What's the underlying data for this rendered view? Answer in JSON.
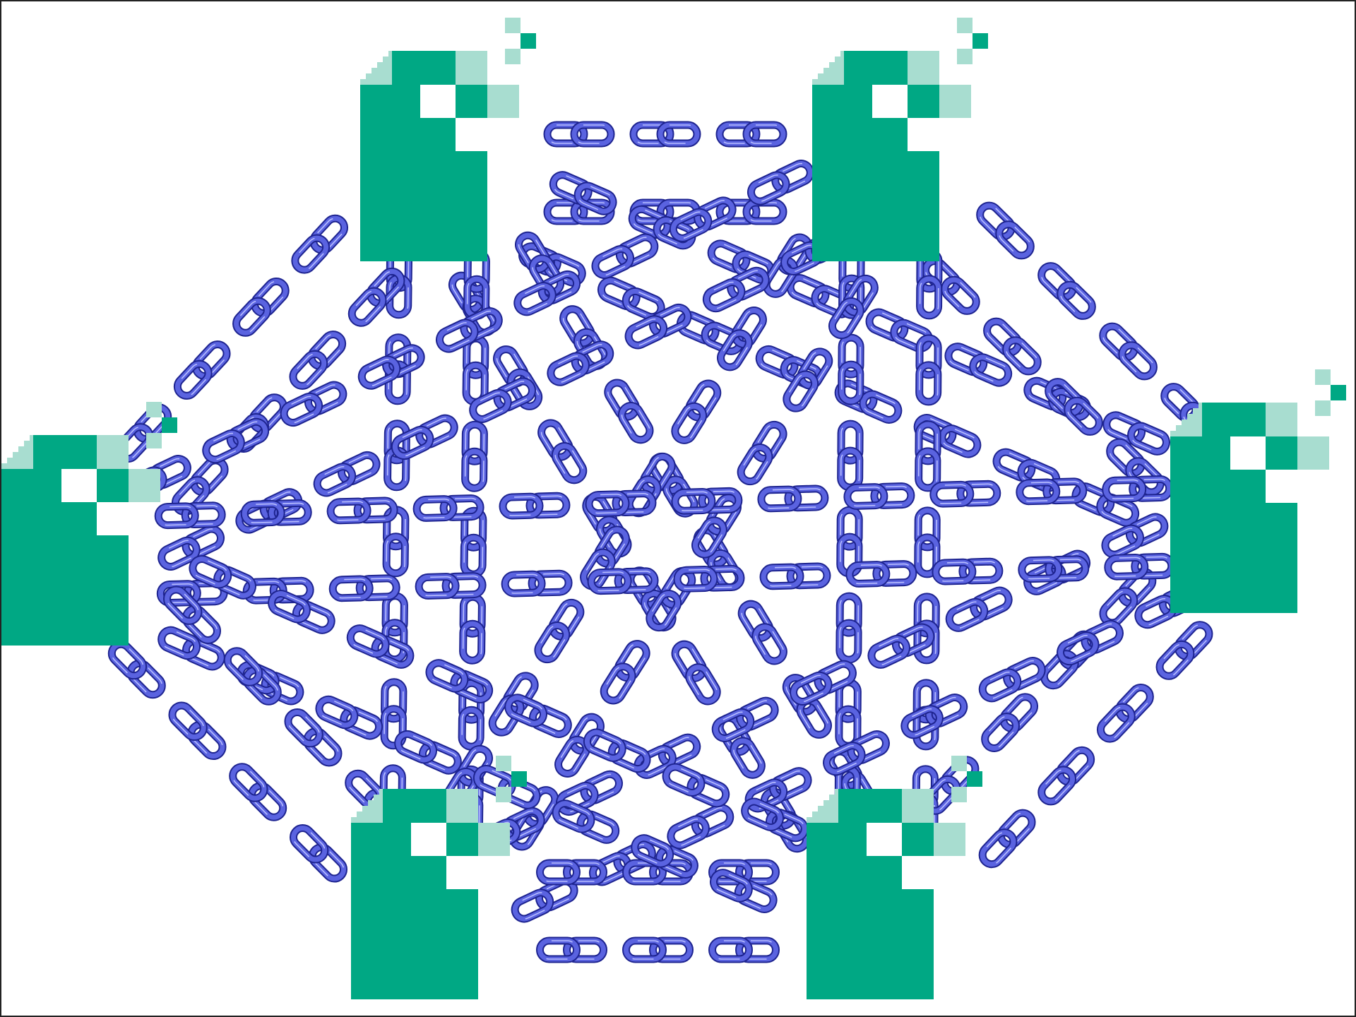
{
  "diagram": {
    "kind": "fully-connected network of documents",
    "node_count": 6,
    "node_icon": "document-icon",
    "edge_icon": "chain-link-icon",
    "colors": {
      "background": "#ffffff",
      "border": "#222222",
      "document_fill": "#00a884",
      "document_accent_light": "#a8ddd0",
      "document_cutout": "#ffffff",
      "chain_fill": "#5a63e0",
      "chain_outline": "#1e2490",
      "chain_highlight": "#b8beff"
    },
    "nodes": [
      {
        "id": "doc-top-left"
      },
      {
        "id": "doc-top-right"
      },
      {
        "id": "doc-right"
      },
      {
        "id": "doc-bottom-right"
      },
      {
        "id": "doc-bottom-left"
      },
      {
        "id": "doc-left"
      }
    ]
  }
}
